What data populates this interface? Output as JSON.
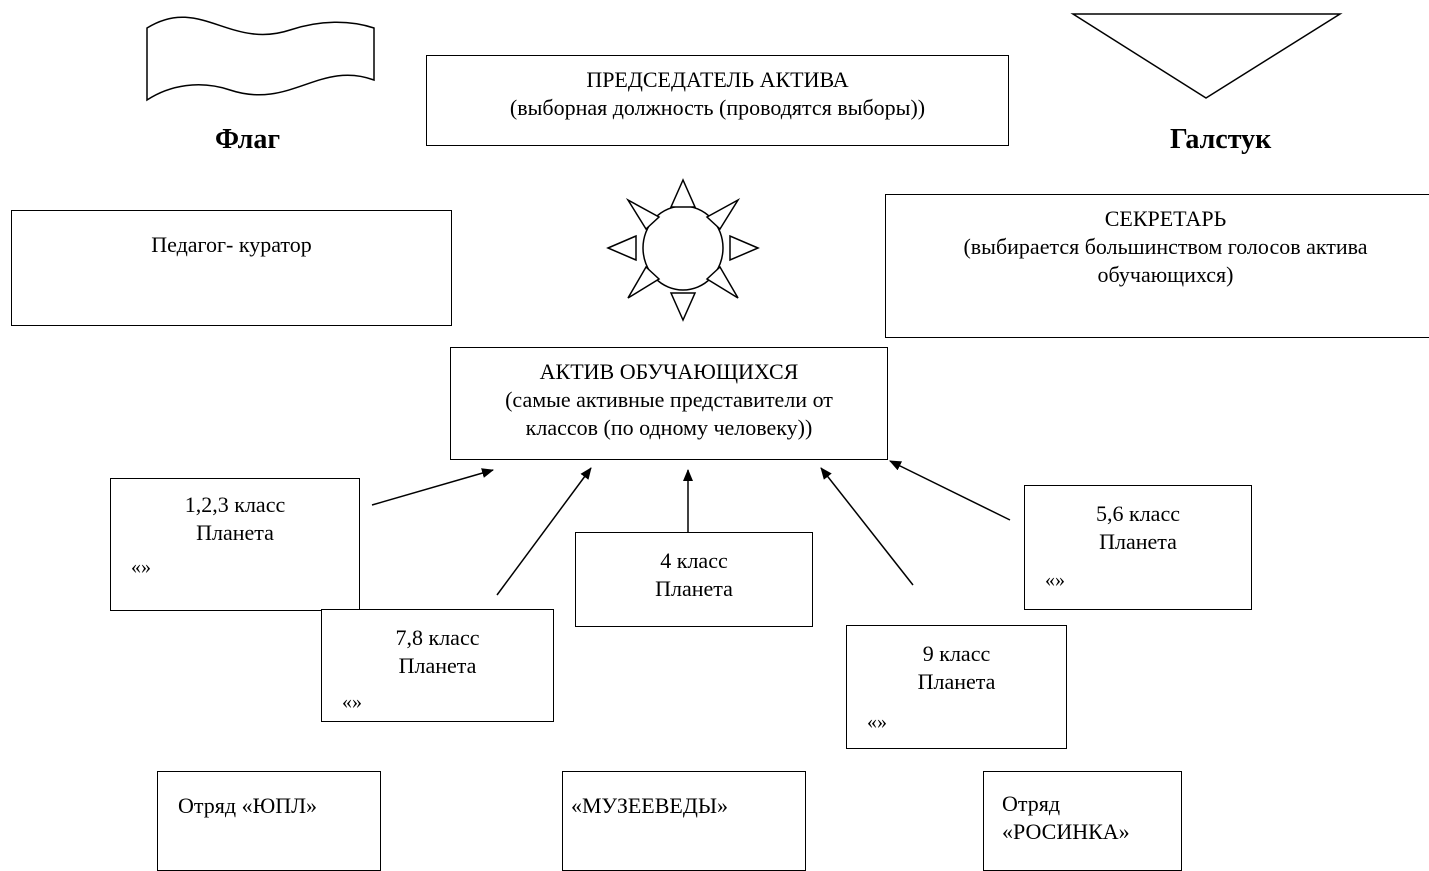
{
  "flag_label": "Флаг",
  "tie_label": "Галстук",
  "chairman": {
    "title": "ПРЕДСЕДАТЕЛЬ АКТИВА",
    "subtitle": "(выборная должность (проводятся выборы))"
  },
  "curator": {
    "title": "Педагог- куратор"
  },
  "secretary": {
    "title": "СЕКРЕТАРЬ",
    "line2": "(выбирается большинством голосов актива",
    "line3": "обучающихся)"
  },
  "asset": {
    "title": "АКТИВ ОБУЧАЮЩИХСЯ",
    "line2": "(самые активные представители от",
    "line3": "классов (по одному человеку))"
  },
  "classes": [
    {
      "grades": "1,2,3 класс",
      "planet": "Планета",
      "quote": "«»"
    },
    {
      "grades": "7,8 класс",
      "planet": "Планета",
      "quote": "«»"
    },
    {
      "grades": "4 класс",
      "planet": "Планета"
    },
    {
      "grades": "9 класс",
      "planet": "Планета",
      "quote": "«»"
    },
    {
      "grades": "5,6 класс",
      "planet": "Планета",
      "quote": "«»"
    }
  ],
  "squads": [
    {
      "label": "Отряд «ЮПЛ»"
    },
    {
      "label": "«МУЗЕЕВЕДЫ»"
    },
    {
      "line1": "Отряд",
      "line2": "«РОСИНКА»"
    }
  ]
}
